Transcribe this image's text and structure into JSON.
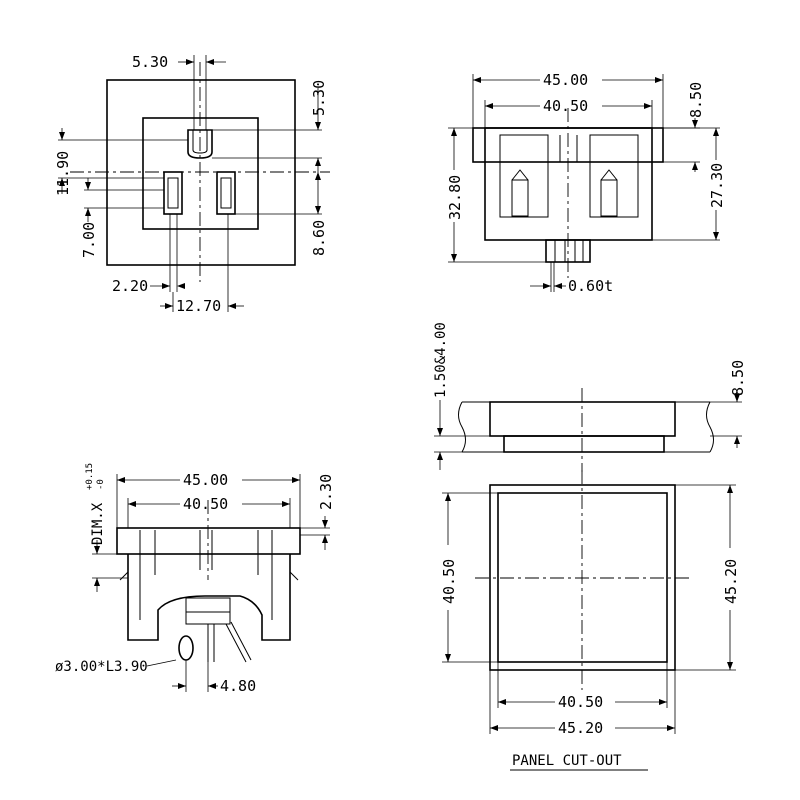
{
  "front_view": {
    "dim_top_slot_width": "5.30",
    "dim_top_slot_offset": "5.30",
    "dim_overall_height": "11.90",
    "dim_slot_height": "7.00",
    "dim_right_height": "8.60",
    "dim_slot_width": "2.20",
    "dim_pin_spacing": "12.70"
  },
  "side_view": {
    "dim_overall_width": "45.00",
    "dim_body_width": "40.50",
    "dim_flange_height": "8.50",
    "dim_total_height": "32.80",
    "dim_body_height": "27.30",
    "dim_terminal_thickness": "0.60t"
  },
  "bottom_view": {
    "dim_overall_width": "45.00",
    "dim_body_width": "40.50",
    "dim_flange_thickness": "2.30",
    "dim_tolerance_label": "DIM.X",
    "tolerance_plus": "+0.15",
    "tolerance_minus": "-0",
    "dim_hole": "ø3.00*L3.90",
    "dim_pin_offset": "4.80"
  },
  "panel_side_view": {
    "dim_panel_thickness": "1.50&4.00",
    "dim_flange_height": "8.50"
  },
  "panel_cutout": {
    "dim_height_inner": "40.50",
    "dim_height_outer": "45.20",
    "dim_width_inner": "40.50",
    "dim_width_outer": "45.20",
    "title": "PANEL CUT-OUT"
  }
}
